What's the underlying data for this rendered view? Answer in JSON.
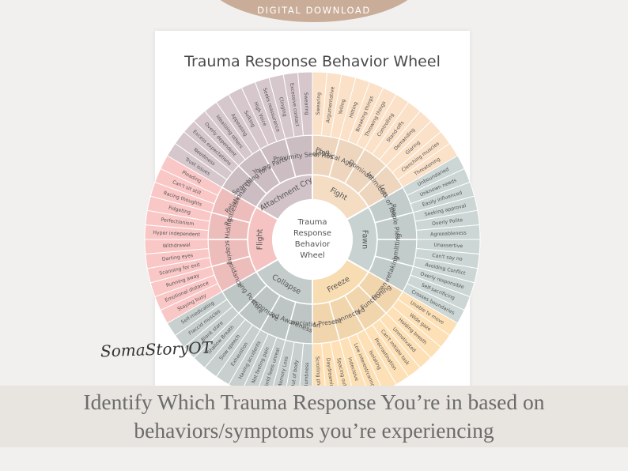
{
  "banner": "DIGITAL DOWNLOAD",
  "title": "Trauma Response Behavior Wheel",
  "center_label": "Trauma\nResponse\nBehavior\nWheel",
  "signature": "SomaStoryOT",
  "caption": {
    "line1": "Identify Which Trauma Response You’re in based on",
    "line2": "behaviors/symptoms you’re experiencing"
  },
  "colors": {
    "fight": "#f5ddc4",
    "fawn": "#c7d2d1",
    "freeze": "#f8dcb2",
    "collapse": "#c3ccca",
    "flight": "#f4c3c2",
    "attachment": "#d2c3c8"
  },
  "sectors": [
    {
      "name": "Fight",
      "color_key": "fight",
      "mid": [
        {
          "label": "Verbal Hostility",
          "outer": [
            "Swearing",
            "Argumentative",
            "Yelling"
          ]
        },
        {
          "label": "Physical Aggression",
          "outer": [
            "Hitting",
            "Breaking things",
            "Throwing things"
          ]
        },
        {
          "label": "Dominating",
          "outer": [
            "Controlling",
            "Stand-offs",
            "Demanding"
          ]
        },
        {
          "label": "Intimidating",
          "outer": [
            "Glaring",
            "Clenching muscles",
            "Threatening"
          ]
        }
      ]
    },
    {
      "name": "Fawn",
      "color_key": "fawn",
      "mid": [
        {
          "label": "Loss of Identity",
          "outer": [
            "Unboundaried",
            "Unknown needs",
            "Easily influenced"
          ]
        },
        {
          "label": "People Pleasing",
          "outer": [
            "Seeking approval",
            "Overly Polite",
            "Agreeableness"
          ]
        },
        {
          "label": "Submitting",
          "outer": [
            "Unassertive",
            "Can't say no",
            "Avoiding Conflict"
          ]
        },
        {
          "label": "Caretaking",
          "outer": [
            "Overly responsible",
            "Self-sacrificing",
            "Crosses boundaries"
          ]
        }
      ]
    },
    {
      "name": "Freeze",
      "color_key": "freeze",
      "mid": [
        {
          "label": "Frozen",
          "outer": [
            "Unable to move",
            "Wide gaze",
            "Holding breath"
          ]
        },
        {
          "label": "Difficulty Functioning",
          "outer": [
            "Unmotivated",
            "Can't initiate task",
            "Procrastination"
          ]
        },
        {
          "label": "Disconnected",
          "outer": [
            "Isolating",
            "Low interest/caring",
            "Indecisive"
          ]
        },
        {
          "label": "Not Present",
          "outer": [
            "Spacing out",
            "Daydreaming",
            "Scrolling phone"
          ]
        }
      ]
    },
    {
      "name": "Collapse",
      "color_key": "collapse",
      "mid": [
        {
          "label": "Dissociation",
          "outer": [
            "Numbness",
            "Out of body",
            "Memory Loss"
          ]
        },
        {
          "label": "Decreased Awareness",
          "outer": [
            "World feels unreal",
            "Not feeling pain",
            "Having accidents"
          ]
        },
        {
          "label": "Unresponsive",
          "outer": [
            "Exhaustion",
            "Slow speech",
            "Shallow Breath"
          ]
        },
        {
          "label": "Drooping Posture",
          "outer": [
            "Blank stare",
            "Flaccid muscles",
            "Self-medicating"
          ]
        }
      ]
    },
    {
      "name": "Flight",
      "color_key": "flight",
      "mid": [
        {
          "label": "Avoidance",
          "outer": [
            "Staying busy",
            "Emotional distance",
            "Running away"
          ]
        },
        {
          "label": "Escaping",
          "outer": [
            "Scanning for exit",
            "Darting eyes",
            "Withdrawal"
          ]
        },
        {
          "label": "Hiding",
          "outer": [
            "Hyper independent",
            "Perfectionism",
            "Fidgeting"
          ]
        },
        {
          "label": "Restlessness",
          "outer": [
            "Racing thoughts",
            "Can't sit still",
            "Pleading"
          ]
        }
      ]
    },
    {
      "name": "Attachment Cry",
      "color_key": "attachment",
      "mid": [
        {
          "label": "Relational Difficulty",
          "outer": [
            "Trust issues",
            "Neediness",
            "Excess expectations"
          ]
        },
        {
          "label": "Searching for a Savior",
          "outer": [
            "Overly dependent",
            "Idealizing others",
            "Appeasing"
          ]
        },
        {
          "label": "Young Parts Active",
          "outer": [
            "Sulking",
            "High Voice",
            "Seeks reassurance"
          ]
        },
        {
          "label": "Proximity Seeking",
          "outer": [
            "Clinging",
            "Excessive contact",
            "Swearing"
          ]
        }
      ]
    }
  ]
}
